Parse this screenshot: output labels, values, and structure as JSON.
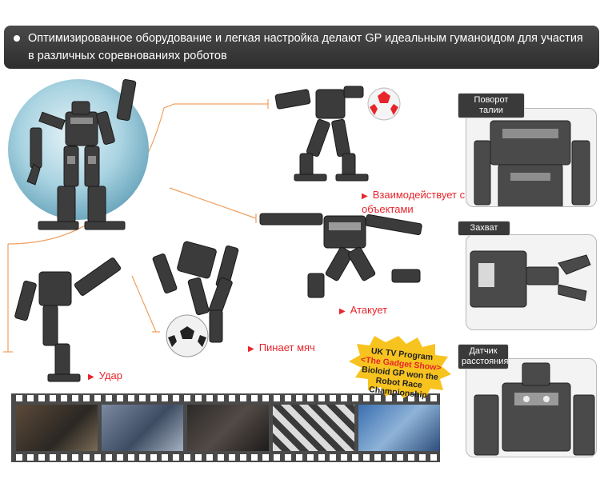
{
  "banner": {
    "text": "Оптимизированное оборудование и легкая настройка делают GP идеальным гуманоидом для участия в  различных соревнованиях роботов"
  },
  "actions": {
    "interact": "Взаимодействует с объектами",
    "attack": "Атакует",
    "kick_ball": "Пинает мяч",
    "strike": "Удар"
  },
  "features": [
    {
      "label": "Поворот талии"
    },
    {
      "label": "Захват"
    },
    {
      "label": "Датчик расстояния"
    }
  ],
  "badge": {
    "line1": "UK TV Program",
    "line2": "<The Gadget Show>",
    "line3": "Bioloid GP won the",
    "line4": "Robot Race Championship"
  },
  "colors": {
    "accent": "#e8242b",
    "banner_bg": "#3a3a3a",
    "connector": "#f0a060",
    "badge": "#f7c31f"
  }
}
